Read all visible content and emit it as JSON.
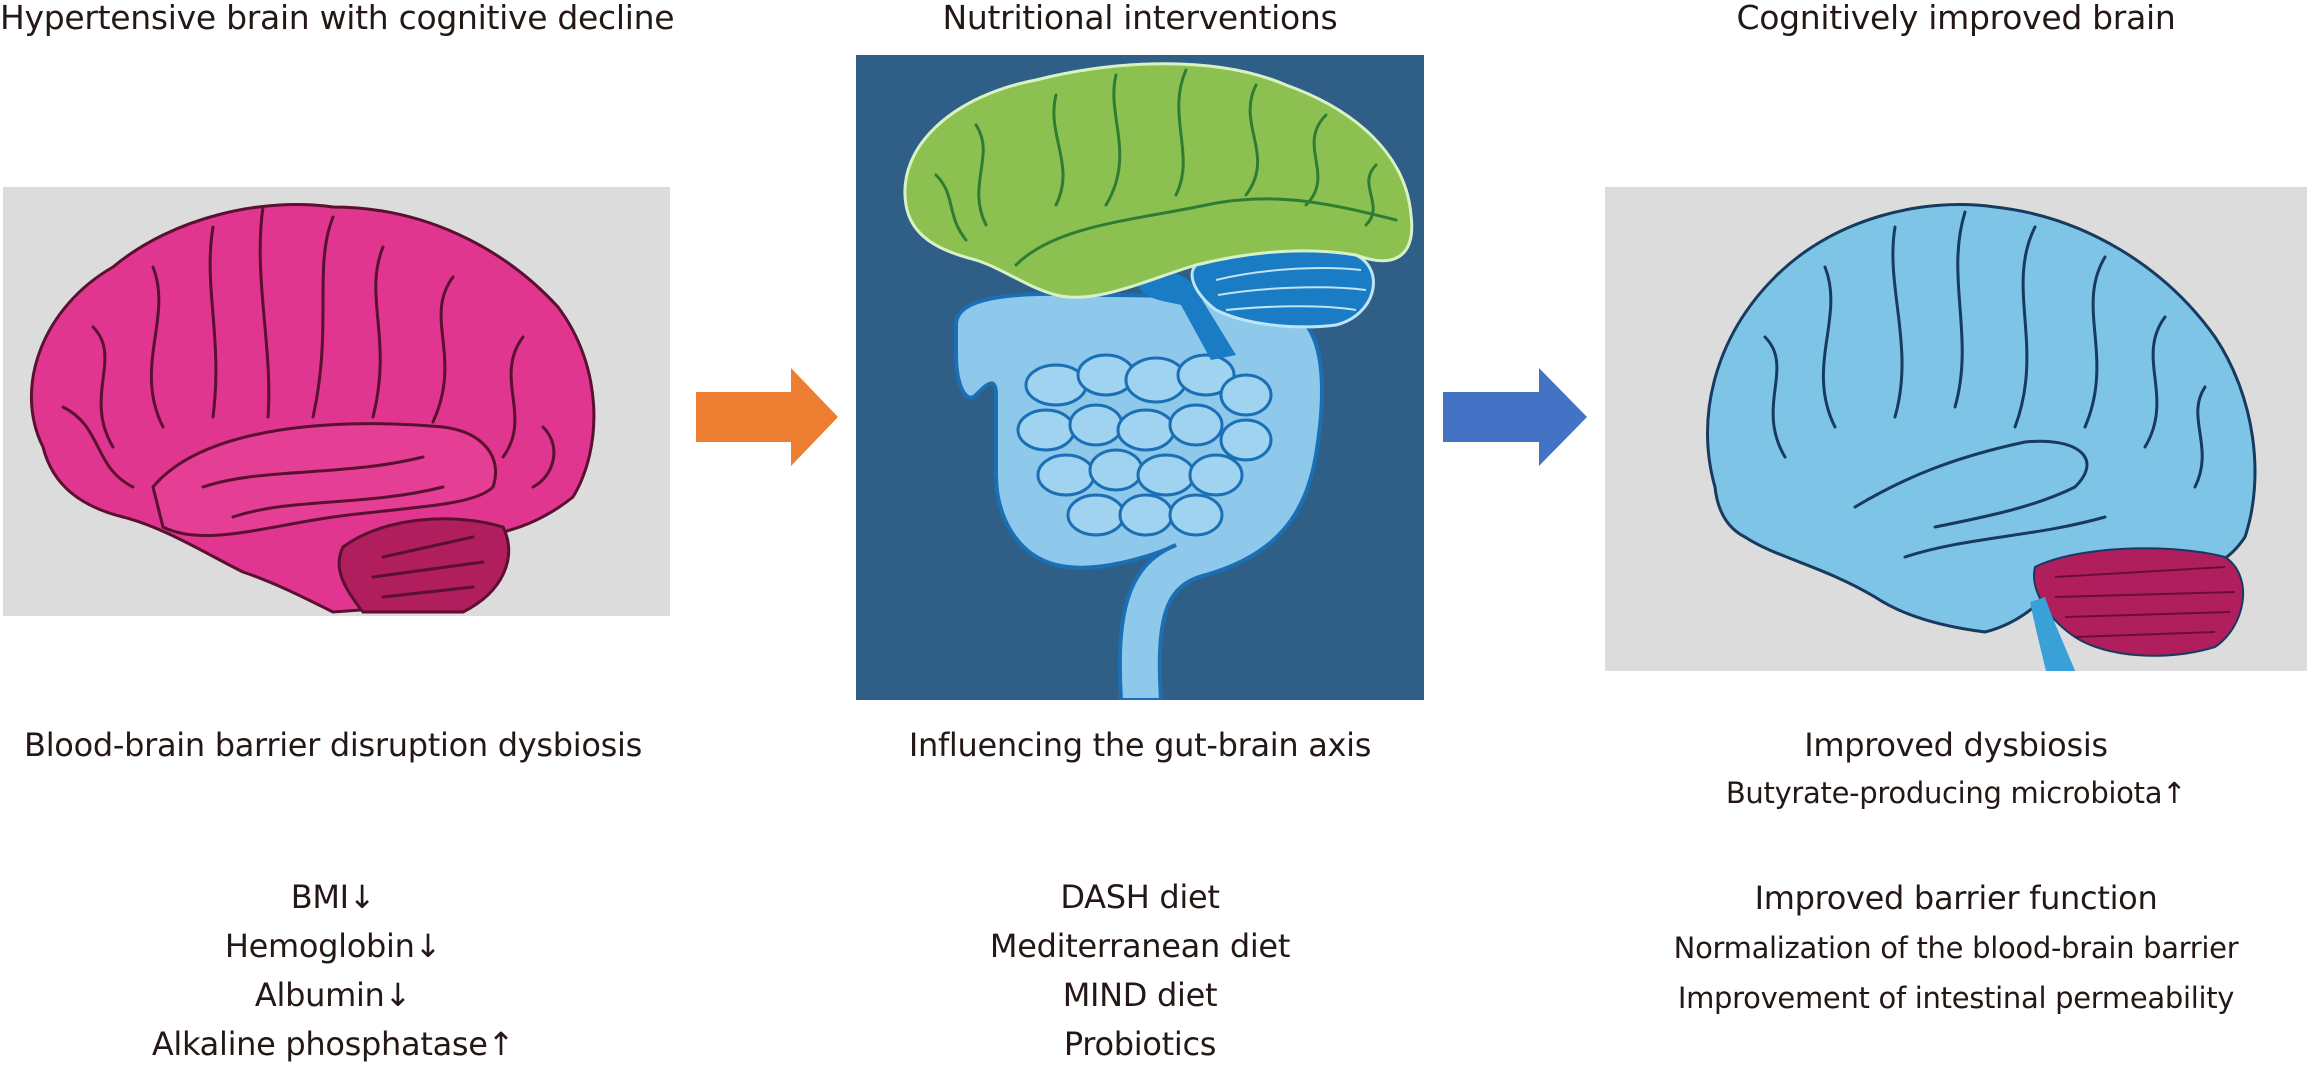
{
  "columns": [
    {
      "title": "Hypertensive brain with cognitive decline",
      "image": {
        "icon": "pink-brain-icon",
        "background": "#dcdcdc",
        "fill": "#e0368f",
        "stroke": "#5a1030",
        "cerebellum": "#b01e5e"
      },
      "caption": "Blood-brain barrier disruption dysbiosis",
      "items": [
        "BMI↓",
        "Hemoglobin↓",
        "Albumin↓",
        "Alkaline phosphatase↑"
      ]
    },
    {
      "title": "Nutritional interventions",
      "image": {
        "icon": "gut-brain-axis-icon",
        "background": "#2f5f87",
        "brain_fill": "#8cc152",
        "brain_stroke": "#2e7d32",
        "gut_fill": "#8ec8ea",
        "gut_stroke": "#1a6fb5"
      },
      "caption": "Influencing the gut-brain axis",
      "items": [
        "DASH diet",
        "Mediterranean diet",
        "MIND diet",
        "Probiotics"
      ]
    },
    {
      "title": "Cognitively improved brain",
      "image": {
        "icon": "blue-brain-icon",
        "background": "#dcdcdc",
        "fill": "#7ec4e6",
        "stroke": "#173a5e",
        "cerebellum": "#b01e5e"
      },
      "caption": "Improved dysbiosis",
      "caption_sub": "Butyrate-producing microbiota↑",
      "items_heading": "Improved barrier function",
      "items": [
        "Normalization of the blood-brain barrier",
        "Improvement of intestinal permeability"
      ]
    }
  ],
  "arrows": [
    {
      "icon": "arrow-right-icon",
      "color": "#ed7d31"
    },
    {
      "icon": "arrow-right-icon",
      "color": "#4472c4"
    }
  ]
}
